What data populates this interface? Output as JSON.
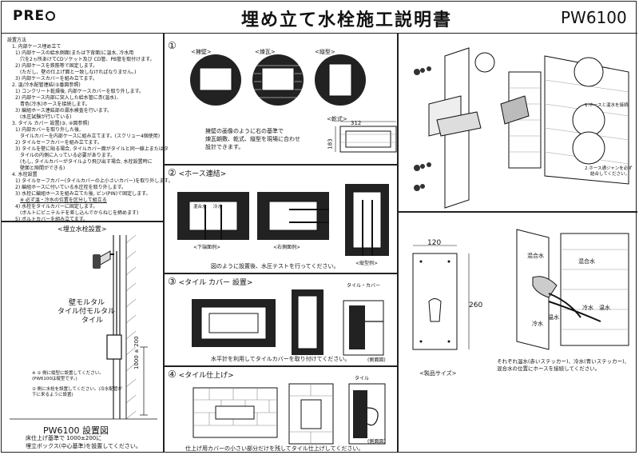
{
  "header": {
    "logo": "PRE",
    "title": "埋め立て水栓施工説明書",
    "model": "PW6100"
  },
  "instructions": {
    "heading": "設置方法",
    "lines": [
      {
        "t": "1. 内部ケース埋め立て",
        "l": 1
      },
      {
        "t": "1) 内部ケースの給水側面(または下背面)に温水, 冷水用",
        "l": 2
      },
      {
        "t": "穴を2ヵ所あけてCDソケット及び CD管、PB管を取付けます。",
        "l": 3
      },
      {
        "t": "2) 内部ケースを鉄筋等で固定します。",
        "l": 2
      },
      {
        "t": "(ただし、壁の仕上げ面と一致しなければなりません。)",
        "l": 3
      },
      {
        "t": "3) 内部ケースカバーを組み立てます。",
        "l": 2
      },
      {
        "t": "2. 温/冷水配管連結(⑤番図参照)",
        "l": 1
      },
      {
        "t": "1) コンクリート乾燥後, 内部ケースカバーを取り外します。",
        "l": 2
      },
      {
        "t": "2) 内部ケース内部に突入した給水管に赤(温水)、",
        "l": 2
      },
      {
        "t": "青色(冷水)ホースを接続します。",
        "l": 3
      },
      {
        "t": "3) 編組ホース連結部の漏水検査を行います。",
        "l": 2
      },
      {
        "t": "(水圧試験が行いている)",
        "l": 3
      },
      {
        "t": "3. タイル カバー 設置(③, ④図参照)",
        "l": 1
      },
      {
        "t": "1) 内部カバーを取り外した後,",
        "l": 2
      },
      {
        "t": "タイルカバーを内部ケースに組み立てます。(スクリュー4個使用)",
        "l": 3
      },
      {
        "t": "2) タイルセーフカバーを組み立てます。",
        "l": 2
      },
      {
        "t": "3) タイルを壁に貼る場合, タイルカバー面がタイルと同一線上またはタ",
        "l": 2
      },
      {
        "t": "タイルの内側に入っている必要があります。",
        "l": 3
      },
      {
        "t": "(もし, タイルカバーがタイルより飛び出す場合, 水栓設置時に",
        "l": 3
      },
      {
        "t": "壁面と隙間ができる)",
        "l": 3
      },
      {
        "t": "4. 水栓設置",
        "l": 1
      },
      {
        "t": "1) タイルセーフカバー(タイルカバーの上小さいカバー)を取り外します。",
        "l": 2
      },
      {
        "t": "2) 編組ホースに付いている水圧栓を取り外します。",
        "l": 2
      },
      {
        "t": "3) 水栓に編組ホースを組み立てた後, ピン(PIN)で固定します。",
        "l": 2
      },
      {
        "t": "※ 必ず温・冷水の位置を区分して組立る",
        "l": 3,
        "u": true
      },
      {
        "t": "4) 水栓をタイルカバーに固定します。",
        "l": 2
      },
      {
        "t": "(ボルトにビニテルテを差し込んでからねじを締めます)",
        "l": 3
      },
      {
        "t": "5) ボルトカバーを組み立てます。",
        "l": 2
      }
    ]
  },
  "installation_figure": {
    "title": "<埋立水栓設置>",
    "labels": [
      "壁モルタル",
      "タイル付モルタル",
      "タイル"
    ],
    "notes": [
      "※ ① 側に縦型に設置してください。",
      "(PW6100は縦型です。)",
      "② 側に水栓を設置してください。(冷水配管が",
      "下に来るように設置)"
    ],
    "dims": [
      "1000",
      "200"
    ],
    "caption_title": "PW6100 設置図",
    "caption_lines": [
      "床仕上げ基準で 1000±200に",
      "埋立ボックス(中心基準)を設置してください。"
    ]
  },
  "section1": {
    "num": "①",
    "labels": [
      "<擁壁>",
      "<煉瓦>",
      "<縦型>"
    ],
    "concrete_label": "<乾式>",
    "dim_w": "312",
    "dim_h": "183",
    "desc": [
      "擁壁の画像のように右の基準で",
      "煉瓦朝敷、乾式、縦型を現場に合わせ",
      "設計できます。"
    ]
  },
  "section2": {
    "num": "②",
    "title": "<ホース連結>",
    "lbl_hot": "混合水",
    "lbl_cold": "冷水",
    "captions": [
      "<下端面例>",
      "<右側面例>",
      "<縦型例>"
    ],
    "note": "図のように設置後、水圧テストを行ってください。"
  },
  "section3": {
    "num": "③",
    "title": "<タイル カバー 設置>",
    "tile_cover": "タイル・カバー",
    "side": "(側面図)",
    "note": "水平計を利用してタイルカバーを取り付けてください。"
  },
  "section4": {
    "num": "④",
    "title": "<タイル仕上げ>",
    "tile": "タイル",
    "side": "(側面図)",
    "note": "仕上げ用カバーの小さい部分だけを残してタイル仕上げしてください。"
  },
  "exploded": {
    "callout1": "1.ホースと温水を接続",
    "callout2": "2.ホース通ジャンを必ず",
    "callout3": "結合してください。"
  },
  "product": {
    "w": "120",
    "h": "260",
    "caption": "<製品サイズ>"
  },
  "connect": {
    "labels": [
      "混合水",
      "冷水",
      "温水"
    ],
    "caption": [
      "それぞれ温水(赤いステッカー)、冷水(青いステッカー)、",
      "混合水の位置にホースを接続してください。"
    ]
  }
}
